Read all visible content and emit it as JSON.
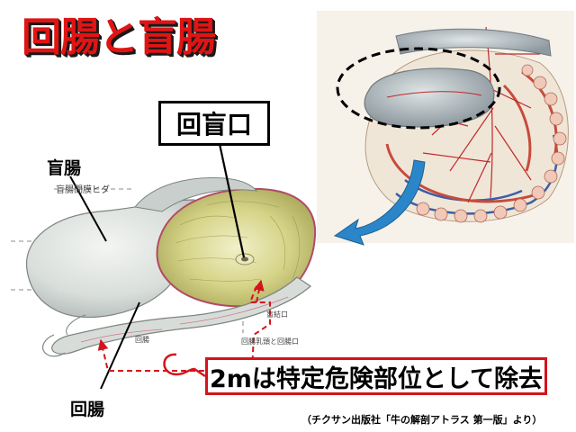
{
  "title": "回腸と盲腸",
  "labels": {
    "kaimouguchi": "回盲口",
    "moucho": "盲腸",
    "kaicho": "回腸",
    "removal": "2mは特定危険部位として除去"
  },
  "credit": "（チクサン出版社「牛の解剖アトラス 第一版」より）",
  "colors": {
    "title_red": "#e11414",
    "removal_border": "#d4141c",
    "arrow_blue": "#2a86c8",
    "dashed_red": "#d4141c"
  }
}
